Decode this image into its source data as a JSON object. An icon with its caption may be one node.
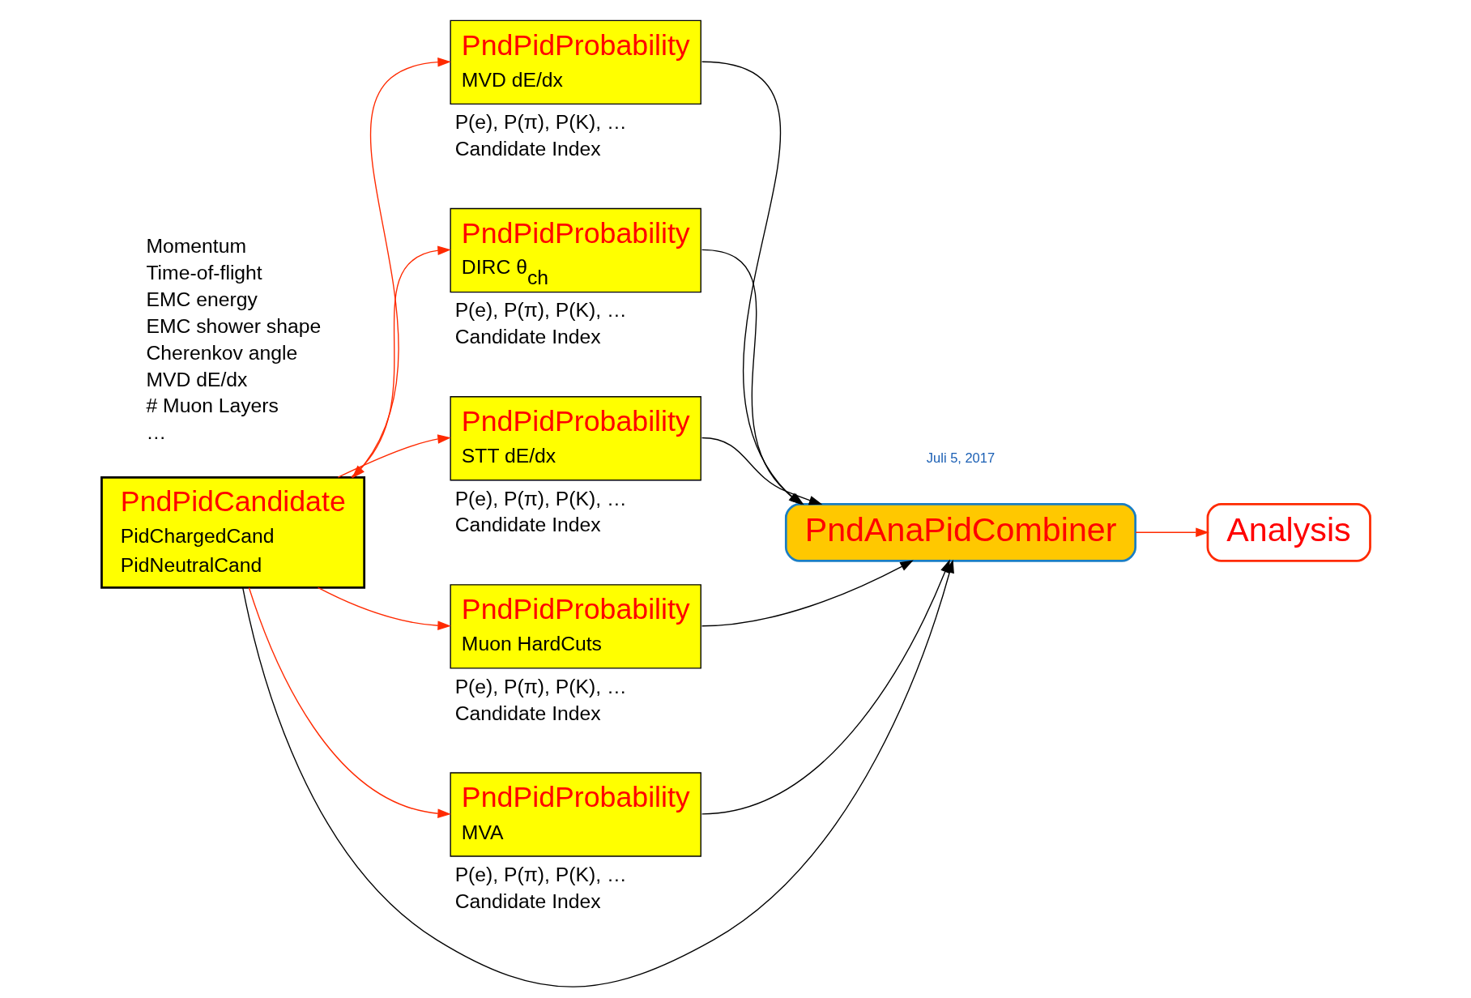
{
  "diagram": {
    "nodes": [
      {
        "text": [
          "PndPidCandidate",
          "PidChargedCand",
          "PidNeutralCand"
        ]
      },
      {
        "text": [
          "PndPidProbability",
          "MVD dE/dx"
        ],
        "beside": [
          "P(e), P(π), P(K), …",
          "Candidate Index"
        ]
      },
      {
        "text": [
          "PndPidProbability",
          "DIRC θ$_{ch}$"
        ],
        "beside": [
          "P(e), P(π), P(K), …",
          "Candidate Index"
        ]
      },
      {
        "text": [
          "PndPidProbability",
          "STT dE/dx"
        ],
        "beside": [
          "P(e), P(π), P(K), …",
          "Candidate Index"
        ]
      },
      {
        "text": [
          "PndPidProbability",
          "Muon HardCuts"
        ],
        "beside": [
          "P(e), P(π), P(K), …",
          "Candidate Index"
        ]
      },
      {
        "text": [
          "PndPidProbability",
          "MVA"
        ],
        "beside": [
          "P(e), P(π), P(K), …",
          "Candidate Index"
        ]
      },
      {
        "text": [
          "PndAnaPidCombiner"
        ]
      },
      {
        "text": [
          "Analysis"
        ]
      }
    ],
    "edges": [
      {
        "from": 0,
        "to": 1,
        "arrow": "both",
        "color": "#ff2a00"
      },
      {
        "from": 0,
        "to": 2,
        "arrow": "to",
        "color": "#ff2a00"
      },
      {
        "from": 0,
        "to": 3,
        "arrow": "to",
        "color": "#ff2a00"
      },
      {
        "from": 0,
        "to": 4,
        "arrow": "to",
        "color": "#ff2a00"
      },
      {
        "from": 0,
        "to": 5,
        "arrow": "to",
        "color": "#ff2a00"
      },
      {
        "from": 0,
        "to": 6,
        "arrow": "to",
        "color": "#000000"
      },
      {
        "from": 1,
        "to": 6,
        "arrow": "to",
        "color": "#000000"
      },
      {
        "from": 2,
        "to": 6,
        "arrow": "to",
        "color": "#000000"
      },
      {
        "from": 3,
        "to": 6,
        "arrow": "to",
        "color": "#000000"
      },
      {
        "from": 4,
        "to": 6,
        "arrow": "to",
        "color": "#000000"
      },
      {
        "from": 5,
        "to": 6,
        "arrow": "to",
        "color": "#000000"
      },
      {
        "from": 6,
        "to": 7,
        "arrow": "to",
        "color": "#ff2a00"
      }
    ],
    "labels": [
      "Momentum",
      "Time-of-flight",
      "EMC energy",
      "EMC shower shape",
      "Cherenkov angle",
      "MVD dE/dx",
      "# Muon Layers",
      "…",
      "Juli 5, 2017"
    ]
  }
}
